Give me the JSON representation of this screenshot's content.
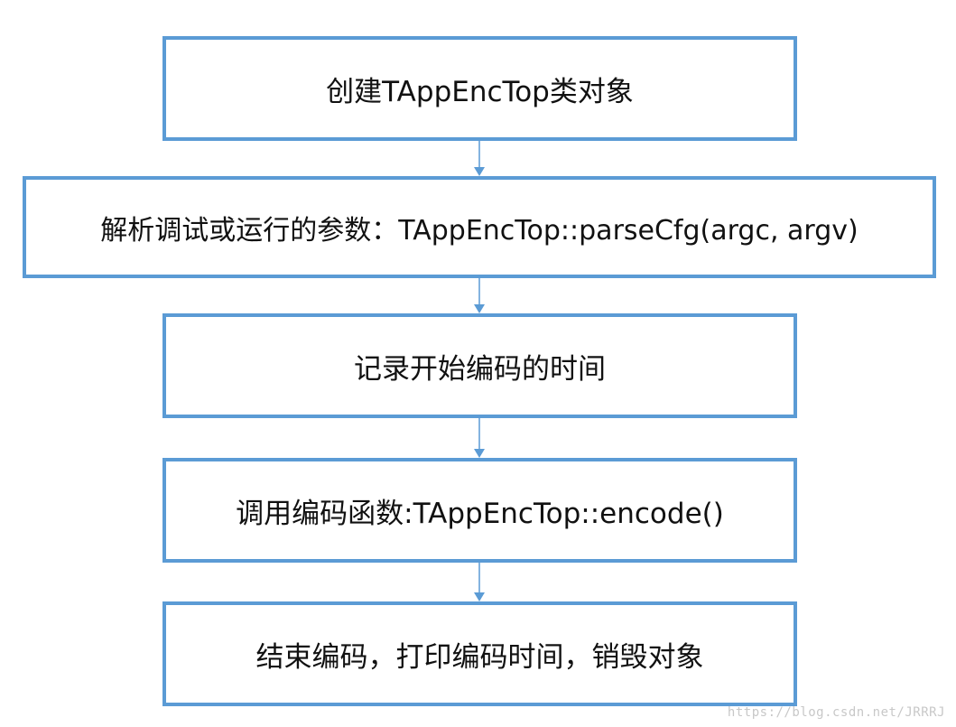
{
  "flowchart": {
    "steps": [
      {
        "label": "创建TAppEncTop类对象"
      },
      {
        "label": "解析调试或运行的参数：TAppEncTop::parseCfg(argc, argv)"
      },
      {
        "label": "记录开始编码的时间"
      },
      {
        "label": "调用编码函数:TAppEncTop::encode()"
      },
      {
        "label": "结束编码，打印编码时间，销毁对象"
      }
    ],
    "colors": {
      "box_border": "#5b9bd5",
      "arrow": "#5b9bd5",
      "text": "#111111"
    }
  },
  "watermark": "https://blog.csdn.net/JRRRJ"
}
